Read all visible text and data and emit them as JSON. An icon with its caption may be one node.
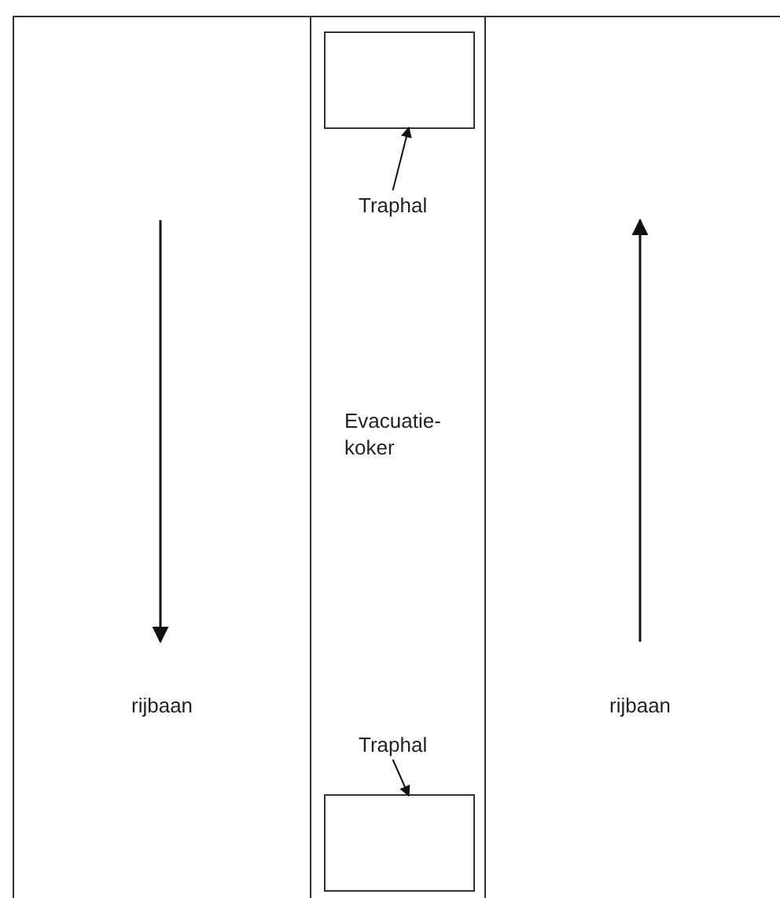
{
  "diagram": {
    "nodes": [
      {
        "text": [
          "rijbaan"
        ]
      },
      {
        "text": [
          "Evacuatie- koker"
        ]
      },
      {
        "text": [],
        "shape": "box",
        "in": 1
      },
      {
        "text": [
          "Traphal"
        ],
        "in": 1
      },
      {
        "text": [
          "Traphal"
        ],
        "in": 1
      },
      {
        "text": [],
        "shape": "box",
        "in": 1
      },
      {
        "text": [
          "rijbaan"
        ]
      }
    ],
    "edges": [
      {
        "from": 3,
        "to": 2,
        "arrow": "to"
      },
      {
        "from": 4,
        "to": 5,
        "arrow": "to"
      }
    ]
  }
}
